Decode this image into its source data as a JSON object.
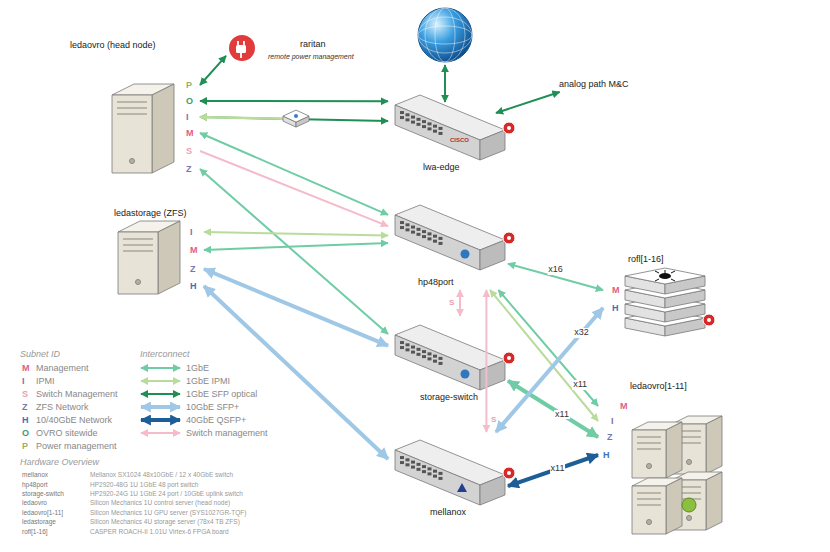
{
  "diagram": {
    "nodes": [
      {
        "text": [
          "ledaovro (head node)",
          "P",
          "O",
          "I",
          "M",
          "S",
          "Z"
        ]
      },
      {
        "text": [
          "raritan",
          "remote power management"
        ]
      },
      {
        "text": [
          "lwa-edge"
        ]
      },
      {
        "text": [
          "analog path M&C"
        ]
      },
      {
        "text": [
          "ledastorage (ZFS)",
          "I",
          "M",
          "Z",
          "H"
        ]
      },
      {
        "text": [
          "hp48port"
        ]
      },
      {
        "text": [
          "rofl[1-16]",
          "M",
          "H"
        ]
      },
      {
        "text": [
          "storage-switch"
        ]
      },
      {
        "text": [
          "ledaovro[1-11]",
          "M",
          "I",
          "Z",
          "H"
        ]
      },
      {
        "text": [
          "mellanox"
        ]
      }
    ],
    "edges": [
      {
        "from": 0,
        "to": 1,
        "arrow": "both"
      },
      {
        "from": 0,
        "to": 2,
        "arrow": "both"
      },
      {
        "from": 0,
        "to": 2,
        "arrow": "both"
      },
      {
        "from": 0,
        "to": 5,
        "arrow": "both"
      },
      {
        "from": 0,
        "to": 5,
        "arrow": "to"
      },
      {
        "from": 0,
        "to": 7,
        "arrow": "both"
      },
      {
        "from": 2,
        "to": 3,
        "arrow": "both"
      },
      {
        "from": 4,
        "to": 5,
        "arrow": "both"
      },
      {
        "from": 4,
        "to": 5,
        "arrow": "both"
      },
      {
        "from": 4,
        "to": 7,
        "arrow": "both"
      },
      {
        "from": 4,
        "to": 9,
        "arrow": "both"
      },
      {
        "from": 5,
        "to": 6,
        "arrow": "both",
        "label": "x16"
      },
      {
        "from": 5,
        "to": 8,
        "arrow": "both",
        "label": "x11"
      },
      {
        "from": 5,
        "to": 8,
        "arrow": "both"
      },
      {
        "from": 5,
        "to": 7,
        "arrow": "both"
      },
      {
        "from": 5,
        "to": 9,
        "arrow": "both"
      },
      {
        "from": 7,
        "to": 8,
        "arrow": "both",
        "label": "x11"
      },
      {
        "from": 9,
        "to": 8,
        "arrow": "both",
        "label": "x11"
      },
      {
        "from": 6,
        "to": 9,
        "arrow": "both",
        "label": "x32"
      }
    ],
    "labels": [
      "CISCO",
      "S",
      "S",
      "Subnet ID",
      "M",
      "I",
      "S",
      "Z",
      "H",
      "O",
      "P",
      "Interconnect",
      "Hardware Overview",
      "mellanox",
      "Mellanox SX1024 48x10GbE / 12 x 40GbE switch",
      "hp48port",
      "HP2920-48G 1U 1GbE 48 port switch",
      "storage-switch",
      "HP2920-24G 1U 1GbE 24 port / 10GbE uplink switch",
      "ledaovro",
      "Silicon Mechanics 1U control server (head node)",
      "ledaovro[1-11]",
      "Silicon Mechanics 1U GPU server (SYS1027GR-TQF)",
      "ledastorage",
      "Silicon Mechanics 4U storage server (78x4 TB ZFS)",
      "rofl[1-16]",
      "CASPER ROACH-II 1.01U Virtex-6 FPGA board"
    ],
    "legend": [
      {
        "text": "Management",
        "color": "#e0607f"
      },
      {
        "text": "IPMI",
        "color": "#8c6b9e"
      },
      {
        "text": "Switch Management",
        "color": "#e8a0b4"
      },
      {
        "text": "ZFS Network",
        "color": "#7878b0"
      },
      {
        "text": "10/40GbE Network",
        "color": "#3f73b5"
      },
      {
        "text": "OVRO sitewide",
        "color": "#3c9c6a"
      },
      {
        "text": "Power management",
        "color": "#9fae62"
      },
      {
        "text": "1GbE"
      },
      {
        "text": "1GbE IPMI"
      },
      {
        "text": "1GbE SFP optical"
      },
      {
        "text": "10GbE SFP+"
      },
      {
        "text": "40GbE QSFP+"
      },
      {
        "text": "Switch management"
      }
    ]
  }
}
